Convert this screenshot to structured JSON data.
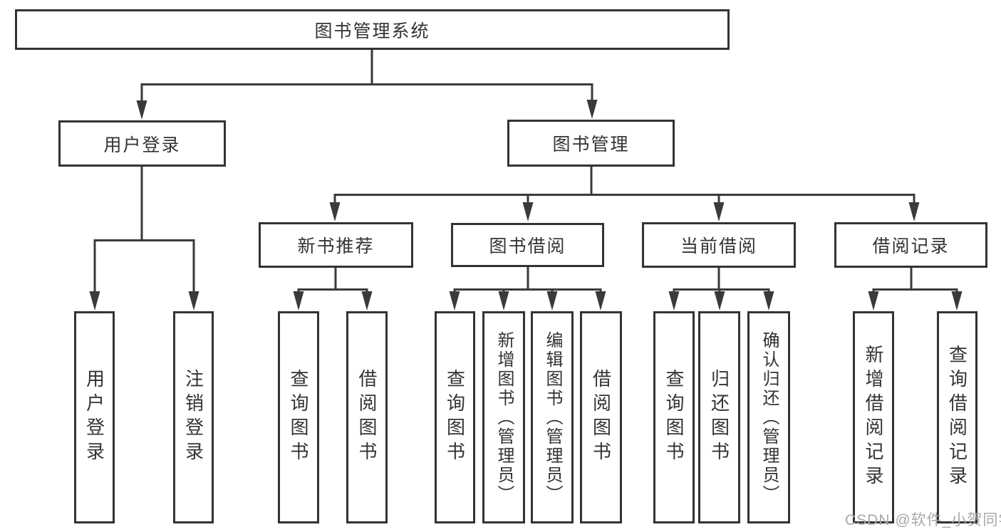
{
  "diagram": {
    "root": {
      "label": "图书管理系统"
    },
    "level2": [
      {
        "label": "用户登录"
      },
      {
        "label": "图书管理"
      }
    ],
    "level3": [
      {
        "label": "新书推荐"
      },
      {
        "label": "图书借阅"
      },
      {
        "label": "当前借阅"
      },
      {
        "label": "借阅记录"
      }
    ],
    "leaves": {
      "user_login": [
        {
          "label": "用户登录"
        },
        {
          "label": "注销登录"
        }
      ],
      "new_book_recommend": [
        {
          "label": "查询图书"
        },
        {
          "label": "借阅图书"
        }
      ],
      "book_borrow": [
        {
          "label": "查询图书"
        },
        {
          "label": "新增图书（管理员）"
        },
        {
          "label": "编辑图书（管理员）"
        },
        {
          "label": "借阅图书"
        }
      ],
      "current_borrow": [
        {
          "label": "查询图书"
        },
        {
          "label": "归还图书"
        },
        {
          "label": "确认归还（管理员）"
        }
      ],
      "borrow_records": [
        {
          "label": "新增借阅记录"
        },
        {
          "label": "查询借阅记录"
        }
      ]
    },
    "watermark": "CSDN @软件_小贺同学",
    "colors": {
      "line": "#3a3a3a",
      "box_border": "#333333",
      "text": "#333333",
      "watermark": "#a8a8a8",
      "background": "#ffffff"
    }
  }
}
